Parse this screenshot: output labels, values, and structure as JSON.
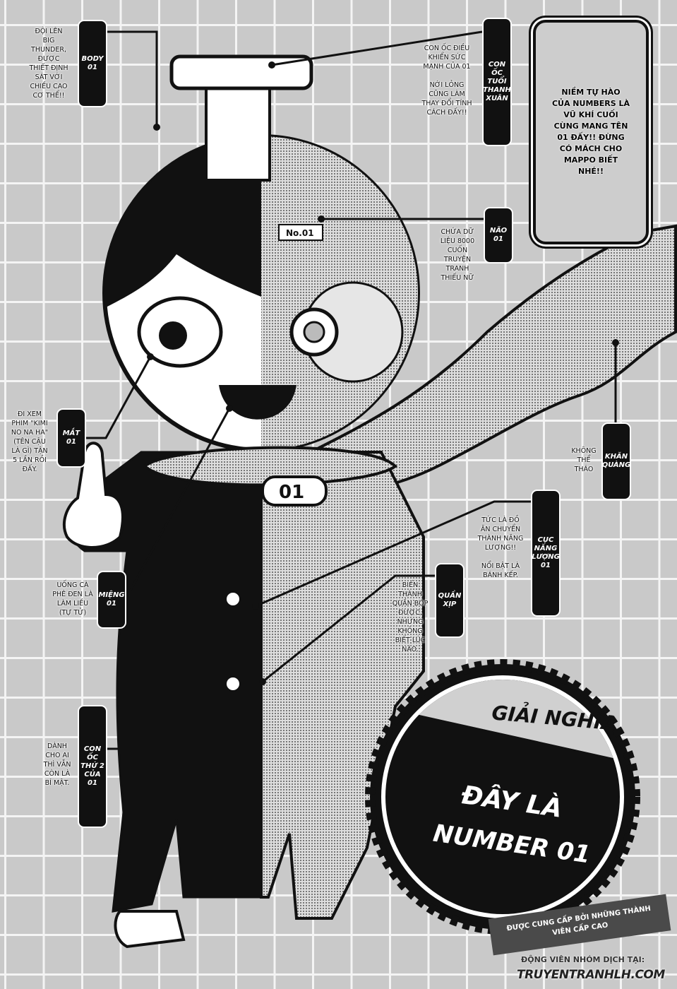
{
  "labels": {
    "body": {
      "tag": "BODY\n01",
      "note": "ĐỘI LÊN\nBIG\nTHUNDER,\nĐƯỢC\nTHIẾT ĐỊNH\nSÁT VỚI\nCHIỀU CAO\nCƠ THỂ!!"
    },
    "screw": {
      "tag": "CON\nỐC\nTUỔI\nTHANH\nXUÂN",
      "note": "CON ỐC ĐIỀU\nKHIỂN SỨC\nMẠNH CỦA 01\n\nNỚI LỎNG\nCŨNG LÀM\nTHAY ĐỔI TÍNH\nCÁCH ĐẤY!!"
    },
    "brain": {
      "tag": "NÃO\n01",
      "note": "CHỨA DỮ\nLIỆU 8000\nCUỐN\nTRUYỆN\nTRANH\nTHIẾU NỮ"
    },
    "eye": {
      "tag": "MẮT\n01",
      "note": "ĐI XEM\nPHIM \"KIMI\nNO NA HA\"\n(TÊN CẬU\nLÀ GÌ) TẬN\n5 LẦN RỒI\nĐẤY."
    },
    "scarf": {
      "tag": "KHĂN\nQUÀNG",
      "note": "KHÔNG\nTHỂ\nTHÁO"
    },
    "energy": {
      "tag": "CỤC\nNĂNG\nLƯỢNG\n01",
      "note": "TỨC LÀ ĐỒ\nĂN CHUYỂN\nTHÀNH NĂNG\nLƯỢNG!!\n\nNỔI BẬT LÀ\nBÁNH KẾP."
    },
    "mouth": {
      "tag": "MIỆNG\n01",
      "note": "UỐNG CÀ\nPHÊ ĐEN LÀ\nLÀM LIỀU\n(TỰ TỬ)"
    },
    "underwear": {
      "tag": "QUẦN\nXỊP",
      "note": "BIẾN\nTHÀNH\nQUẦN BÓP\nĐƯỢC,\nNHƯNG\nKHÔNG\nBIẾT LÚC\nNÀO."
    },
    "screw2": {
      "tag": "CON\nỐC\nTHỨ 2\nCỦA\n01",
      "note": "DÀNH\nCHO AI\nTHÌ VẪN\nCÒN LÀ\nBÍ MẬT."
    }
  },
  "box_text": "NIỀM TỰ HÀO\nCỦA NUMBERS LÀ\nVŨ KHÍ CUỐI\nCÙNG MANG TÊN\n01 ĐẤY!! ĐỪNG\nCÓ MÁCH CHO\nMAPPO BIẾT\nNHÉ!!",
  "art": {
    "brain_plate": "No.01",
    "collar_badge": "01"
  },
  "badge": {
    "top": "GIẢI NGHĨA",
    "line1": "ĐÂY LÀ",
    "line2": "NUMBER 01"
  },
  "credits": {
    "banner": "ĐƯỢC CUNG CẤP BỞI NHỮNG THÀNH\nVIÊN CẤP CAO",
    "group_line": "ĐỘNG VIÊN NHÓM DỊCH TẠI:",
    "site": "TRUYENTRANHLH.COM"
  }
}
